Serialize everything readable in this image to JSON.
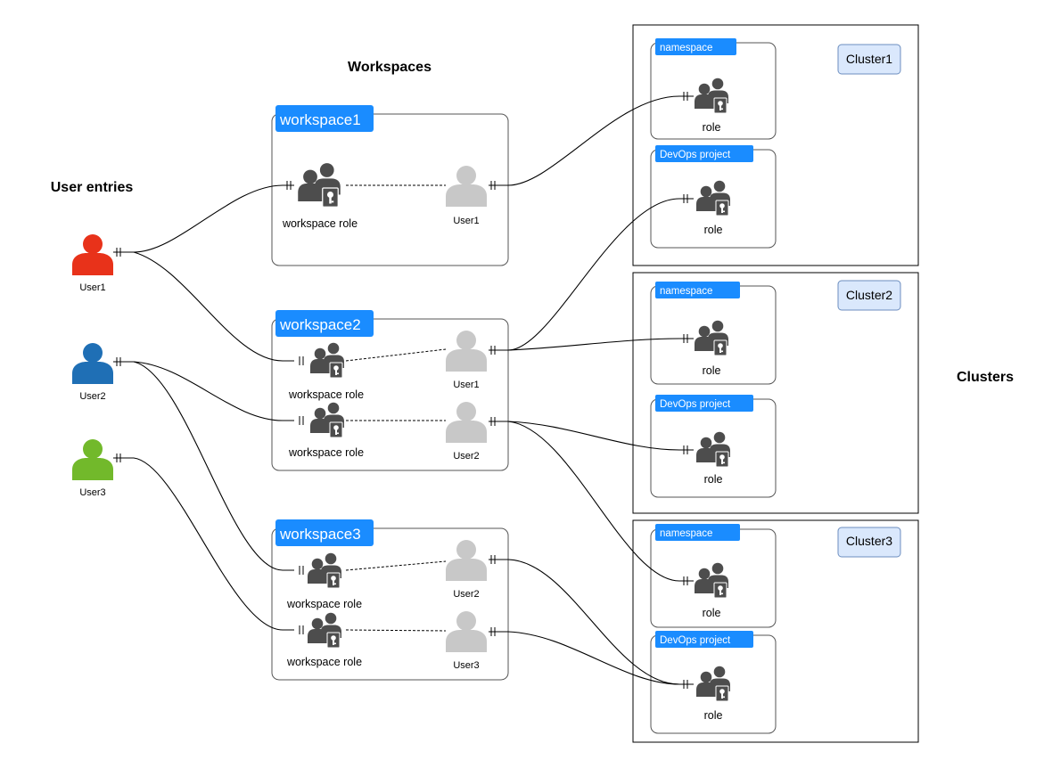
{
  "headings": {
    "workspaces": "Workspaces",
    "user_entries": "User entries",
    "clusters": "Clusters"
  },
  "user_entries": [
    {
      "label": "User1",
      "color": "#e8321a"
    },
    {
      "label": "User2",
      "color": "#1f6fb5"
    },
    {
      "label": "User3",
      "color": "#72b92b"
    }
  ],
  "workspaces": [
    {
      "name": "workspace1",
      "roles": [
        "workspace role"
      ],
      "members": [
        "User1"
      ]
    },
    {
      "name": "workspace2",
      "roles": [
        "workspace role",
        "workspace role"
      ],
      "members": [
        "User1",
        "User2"
      ]
    },
    {
      "name": "workspace3",
      "roles": [
        "workspace role",
        "workspace role"
      ],
      "members": [
        "User2",
        "User3"
      ]
    }
  ],
  "clusters": [
    {
      "name": "Cluster1",
      "namespace": {
        "tag": "namespace",
        "role": "role"
      },
      "devops": {
        "tag": "DevOps project",
        "role": "role"
      }
    },
    {
      "name": "Cluster2",
      "namespace": {
        "tag": "namespace",
        "role": "role"
      },
      "devops": {
        "tag": "DevOps project",
        "role": "role"
      }
    },
    {
      "name": "Cluster3",
      "namespace": {
        "tag": "namespace",
        "role": "role"
      },
      "devops": {
        "tag": "DevOps project",
        "role": "role"
      }
    }
  ],
  "colors": {
    "tag_blue": "#1a8cff",
    "cluster_tag_fill": "#dae8fc",
    "cluster_tag_stroke": "#6c8ebf",
    "member_gray": "#c8c8c8",
    "role_icon": "#4d4d4d"
  },
  "icons": {
    "user": "user-icon",
    "role": "group-lock-icon"
  }
}
